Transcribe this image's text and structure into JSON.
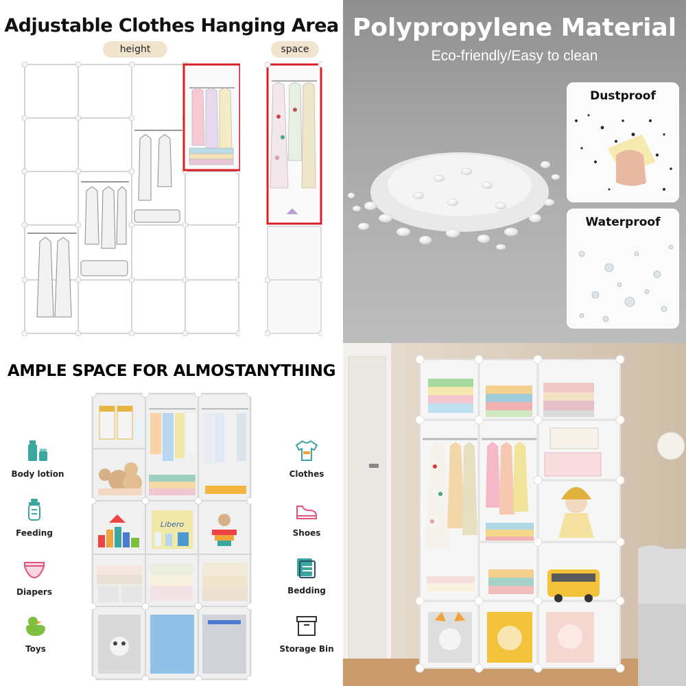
{
  "hanging_panel": {
    "title": "Adjustable Clothes Hanging Area",
    "badge_height": "height",
    "badge_space": "space"
  },
  "material_panel": {
    "title": "Polypropylene Material",
    "subtitle": "Eco-friendly/Easy to clean",
    "features": [
      "Dustproof",
      "Waterproof"
    ]
  },
  "storage_panel": {
    "title": "AMPLE SPACE FOR  ALMOSTANYTHING",
    "left_uses": [
      {
        "label": "Body lotion",
        "icon": "lotion-icon"
      },
      {
        "label": "Feeding",
        "icon": "baby-bottle-icon"
      },
      {
        "label": "Diapers",
        "icon": "diaper-icon"
      },
      {
        "label": "Toys",
        "icon": "duck-toy-icon"
      }
    ],
    "right_uses": [
      {
        "label": "Clothes",
        "icon": "tshirt-icon"
      },
      {
        "label": "Shoes",
        "icon": "shoe-icon"
      },
      {
        "label": "Bedding",
        "icon": "bedding-icon"
      },
      {
        "label": "Storage Bin",
        "icon": "storage-bin-icon"
      }
    ],
    "product_label": "Libero"
  },
  "colors": {
    "badge": "#f1e4cf",
    "highlight_red": "#d61f26",
    "icon_teal": "#3aa6a0",
    "icon_pink": "#e0527c",
    "icon_green": "#7fbf3f"
  }
}
